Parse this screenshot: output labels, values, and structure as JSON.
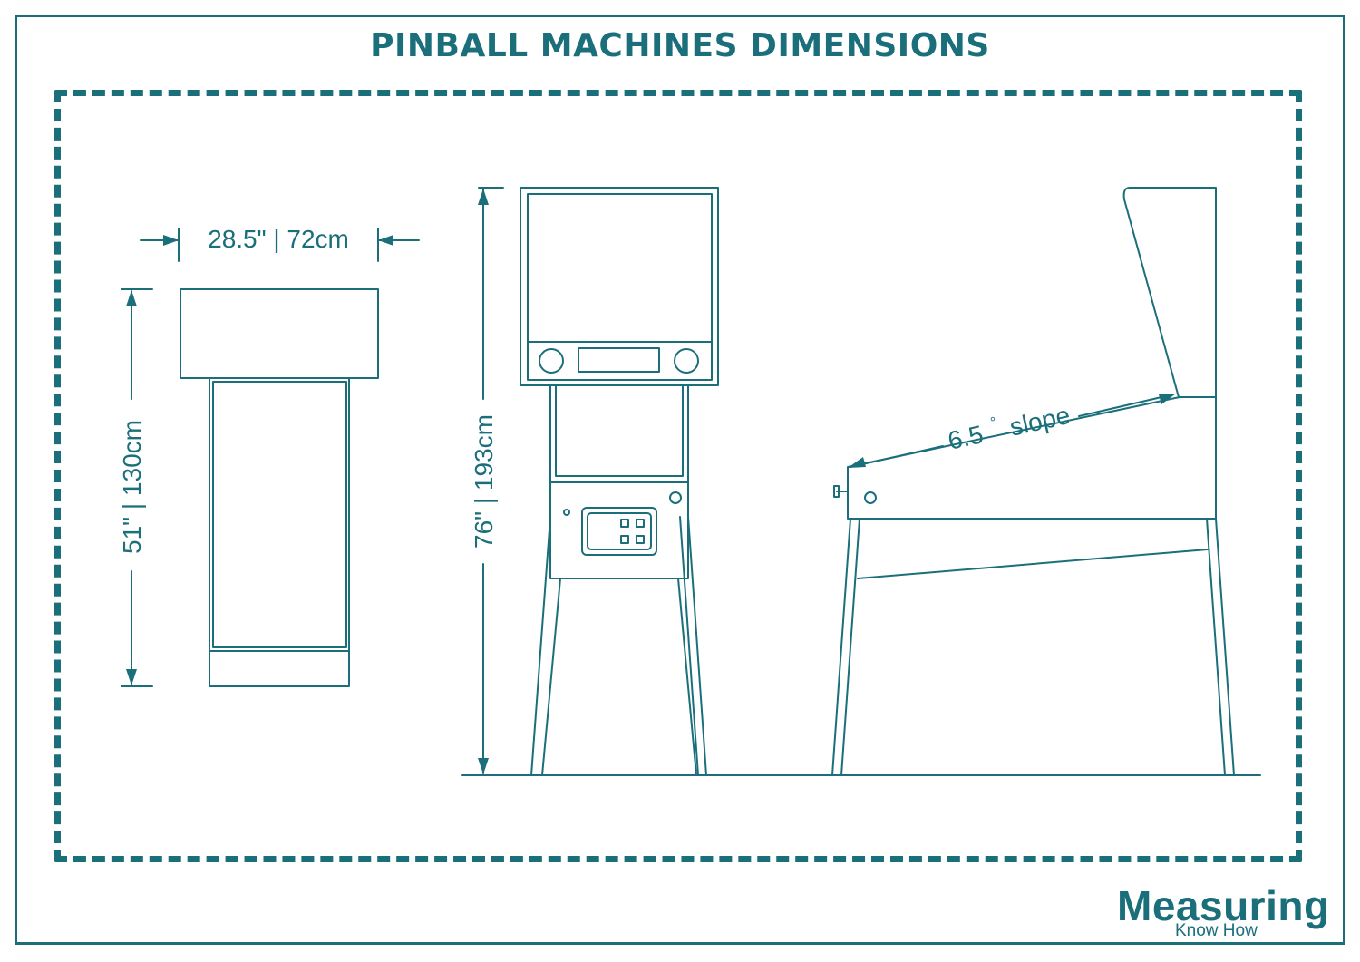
{
  "title": "PINBALL MACHINES DIMENSIONS",
  "dimensions": {
    "width": "28.5\" | 72cm",
    "depth": "51\" | 130cm",
    "height": "76\" | 193cm",
    "slope_value": "6.5",
    "slope_unit": "°",
    "slope_word": "slope"
  },
  "logo": {
    "main": "Measuring",
    "sub": "Know How"
  },
  "colors": {
    "accent": "#1a6f7b",
    "background": "#ffffff"
  }
}
